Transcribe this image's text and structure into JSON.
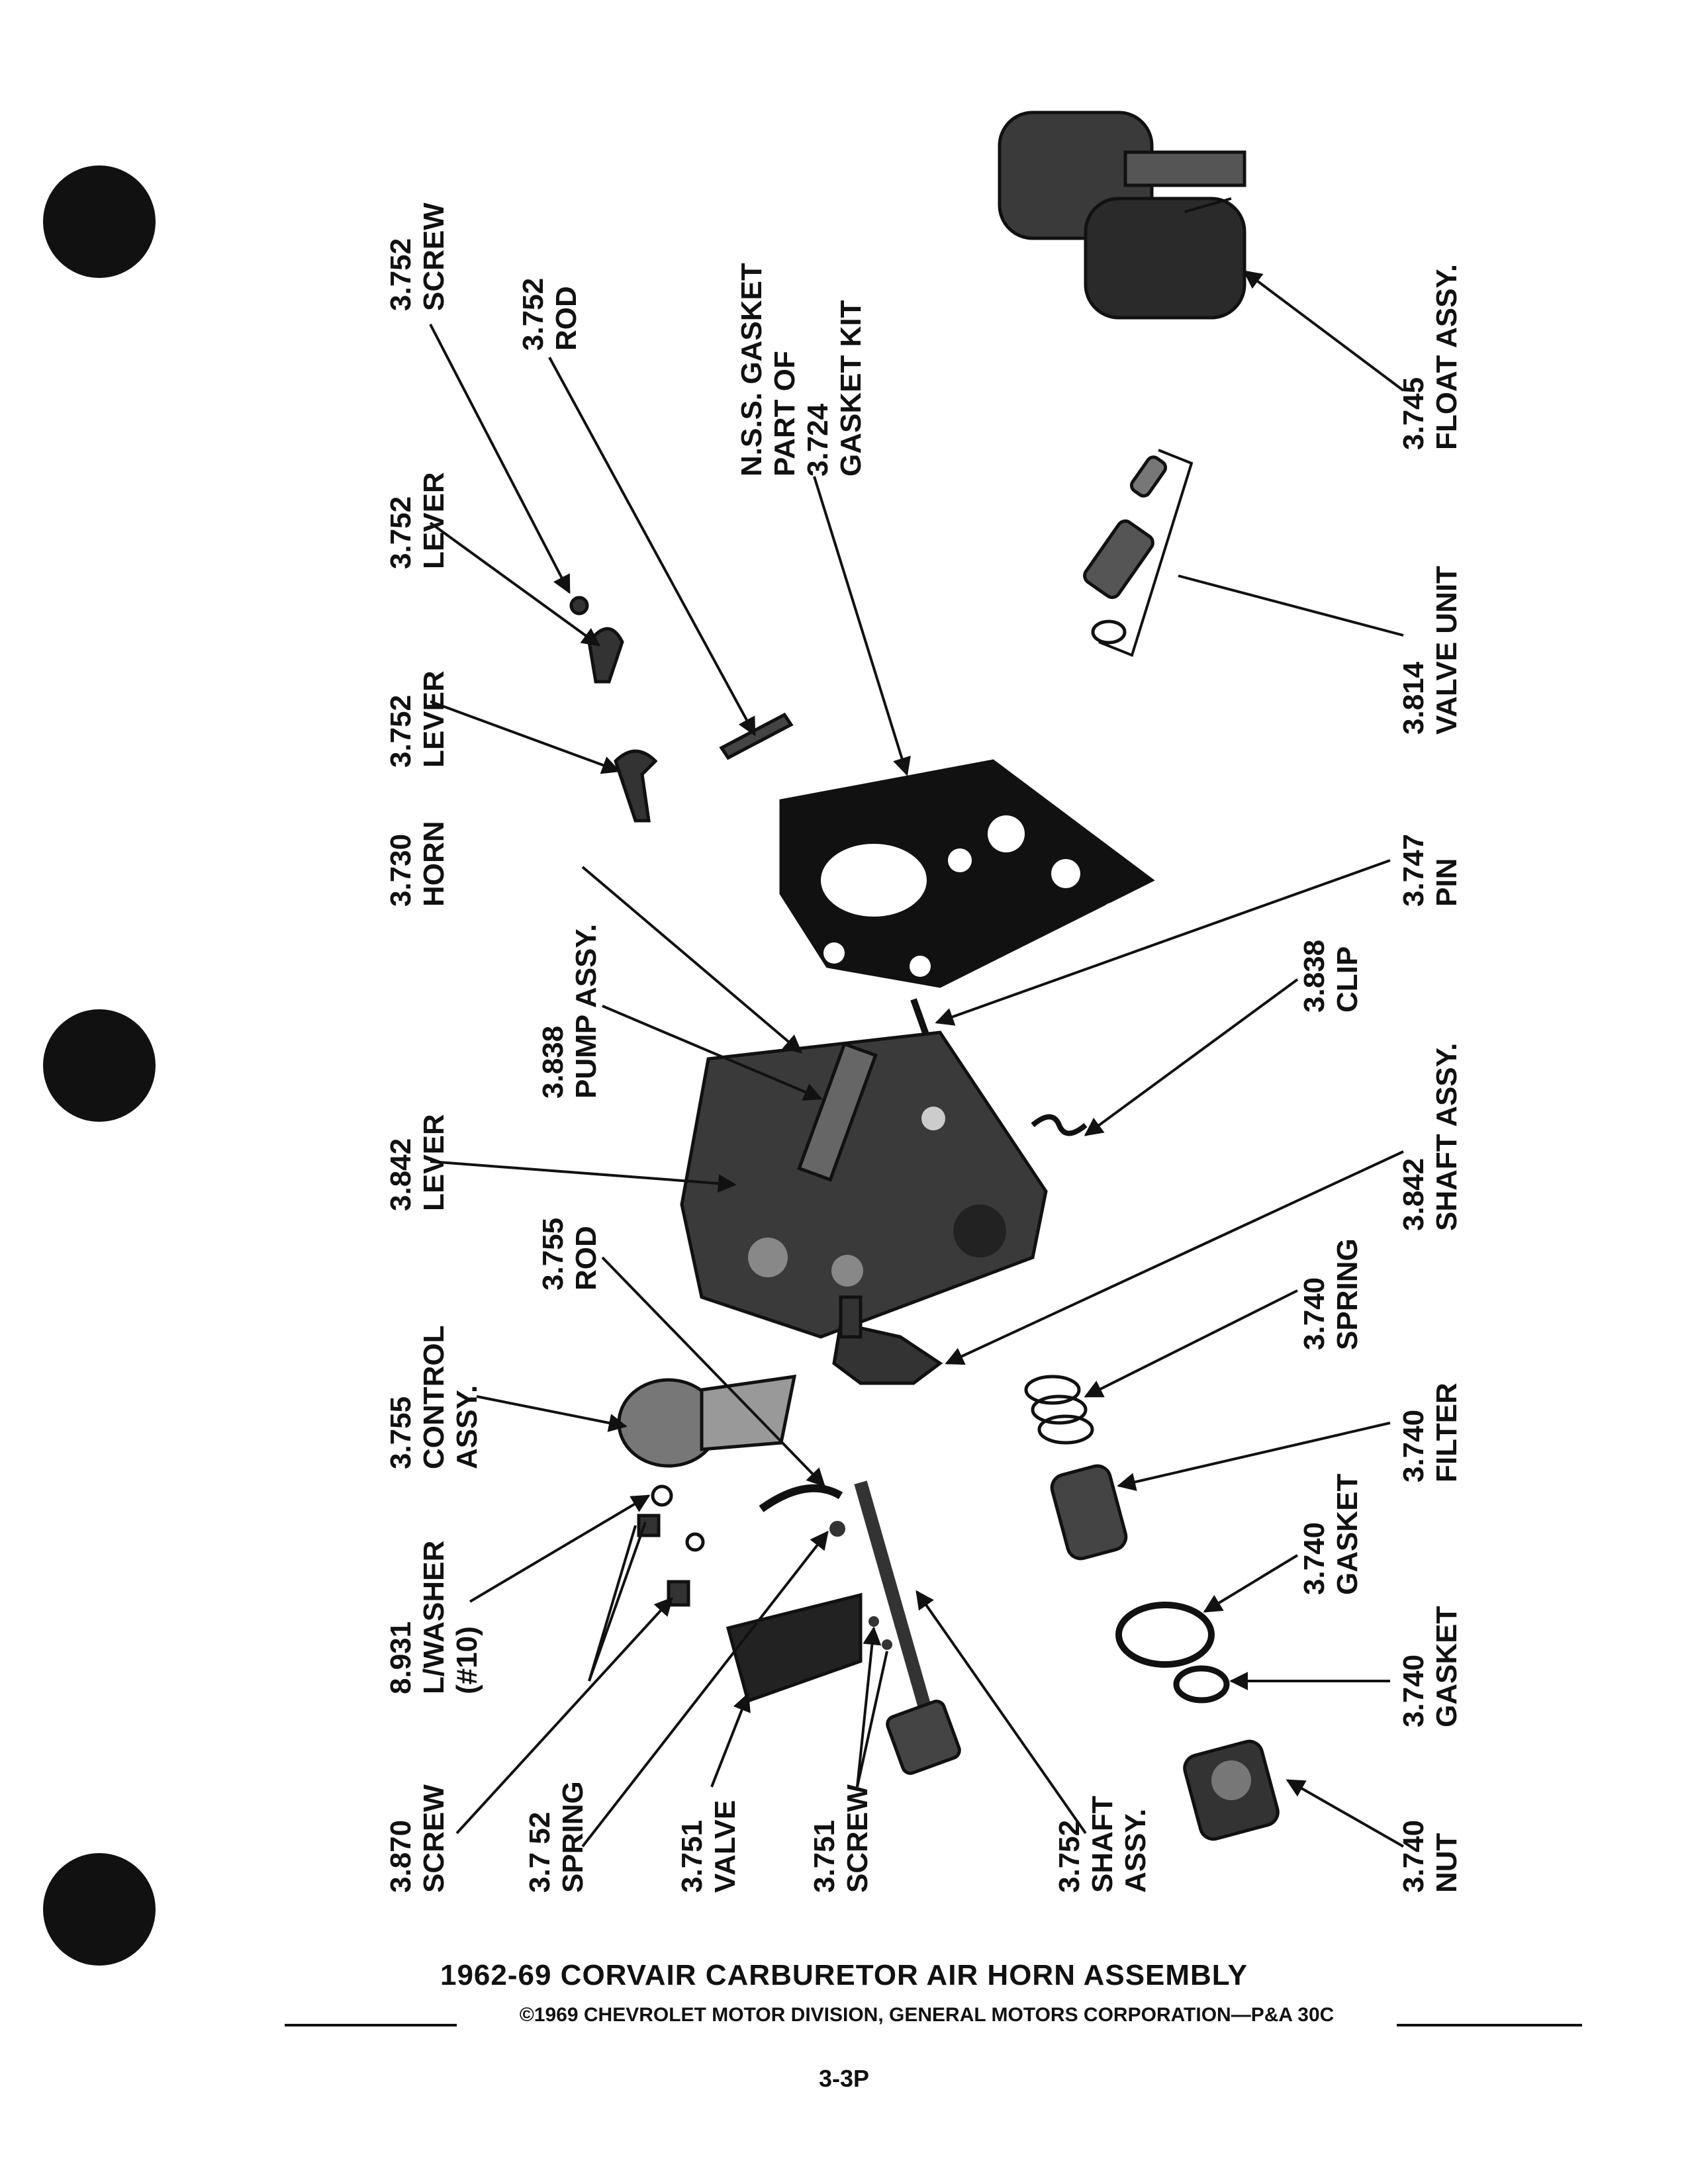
{
  "title": "1962-69 CORVAIR CARBURETOR AIR HORN ASSEMBLY",
  "copyright": "©1969 CHEVROLET MOTOR DIVISION, GENERAL MOTORS CORPORATION—P&A 30C",
  "page_number": "3-3P",
  "callouts": [
    {
      "id": "c1",
      "lines": [
        "3.752",
        "SCREW"
      ]
    },
    {
      "id": "c2",
      "lines": [
        "3.752",
        "ROD"
      ]
    },
    {
      "id": "c3",
      "lines": [
        "N.S.S. GASKET",
        "PART OF",
        "3.724",
        "GASKET KIT"
      ]
    },
    {
      "id": "c4",
      "lines": [
        "3.752",
        "LEVER"
      ]
    },
    {
      "id": "c5",
      "lines": [
        "3.752",
        "LEVER"
      ]
    },
    {
      "id": "c6",
      "lines": [
        "3.730",
        "HORN"
      ]
    },
    {
      "id": "c7",
      "lines": [
        "3.838",
        "PUMP ASSY."
      ]
    },
    {
      "id": "c8",
      "lines": [
        "3.842",
        "LEVER"
      ]
    },
    {
      "id": "c9",
      "lines": [
        "3.755",
        "ROD"
      ]
    },
    {
      "id": "c10",
      "lines": [
        "3.755",
        "CONTROL",
        "ASSY."
      ]
    },
    {
      "id": "c11",
      "lines": [
        "8.931",
        "L/WASHER",
        "(#10)"
      ]
    },
    {
      "id": "c12",
      "lines": [
        "3.870",
        "SCREW"
      ]
    },
    {
      "id": "c13",
      "lines": [
        "3.7 52",
        "SPRING"
      ]
    },
    {
      "id": "c14",
      "lines": [
        "3.751",
        "VALVE"
      ]
    },
    {
      "id": "c15",
      "lines": [
        "3.751",
        "SCREW"
      ]
    },
    {
      "id": "c16",
      "lines": [
        "3.752",
        "SHAFT",
        "ASSY."
      ]
    },
    {
      "id": "c17",
      "lines": [
        "3.745",
        "FLOAT ASSY."
      ]
    },
    {
      "id": "c18",
      "lines": [
        "3.814",
        "VALVE UNIT"
      ]
    },
    {
      "id": "c19",
      "lines": [
        "3.747",
        "PIN"
      ]
    },
    {
      "id": "c20",
      "lines": [
        "3.838",
        "CLIP"
      ]
    },
    {
      "id": "c21",
      "lines": [
        "3.842",
        "SHAFT ASSY."
      ]
    },
    {
      "id": "c22",
      "lines": [
        "3.740",
        "SPRING"
      ]
    },
    {
      "id": "c23",
      "lines": [
        "3.740",
        "FILTER"
      ]
    },
    {
      "id": "c24",
      "lines": [
        "3.740",
        "GASKET"
      ]
    },
    {
      "id": "c25",
      "lines": [
        "3.740",
        "GASKET"
      ]
    },
    {
      "id": "c26",
      "lines": [
        "3.740",
        "NUT"
      ]
    }
  ]
}
